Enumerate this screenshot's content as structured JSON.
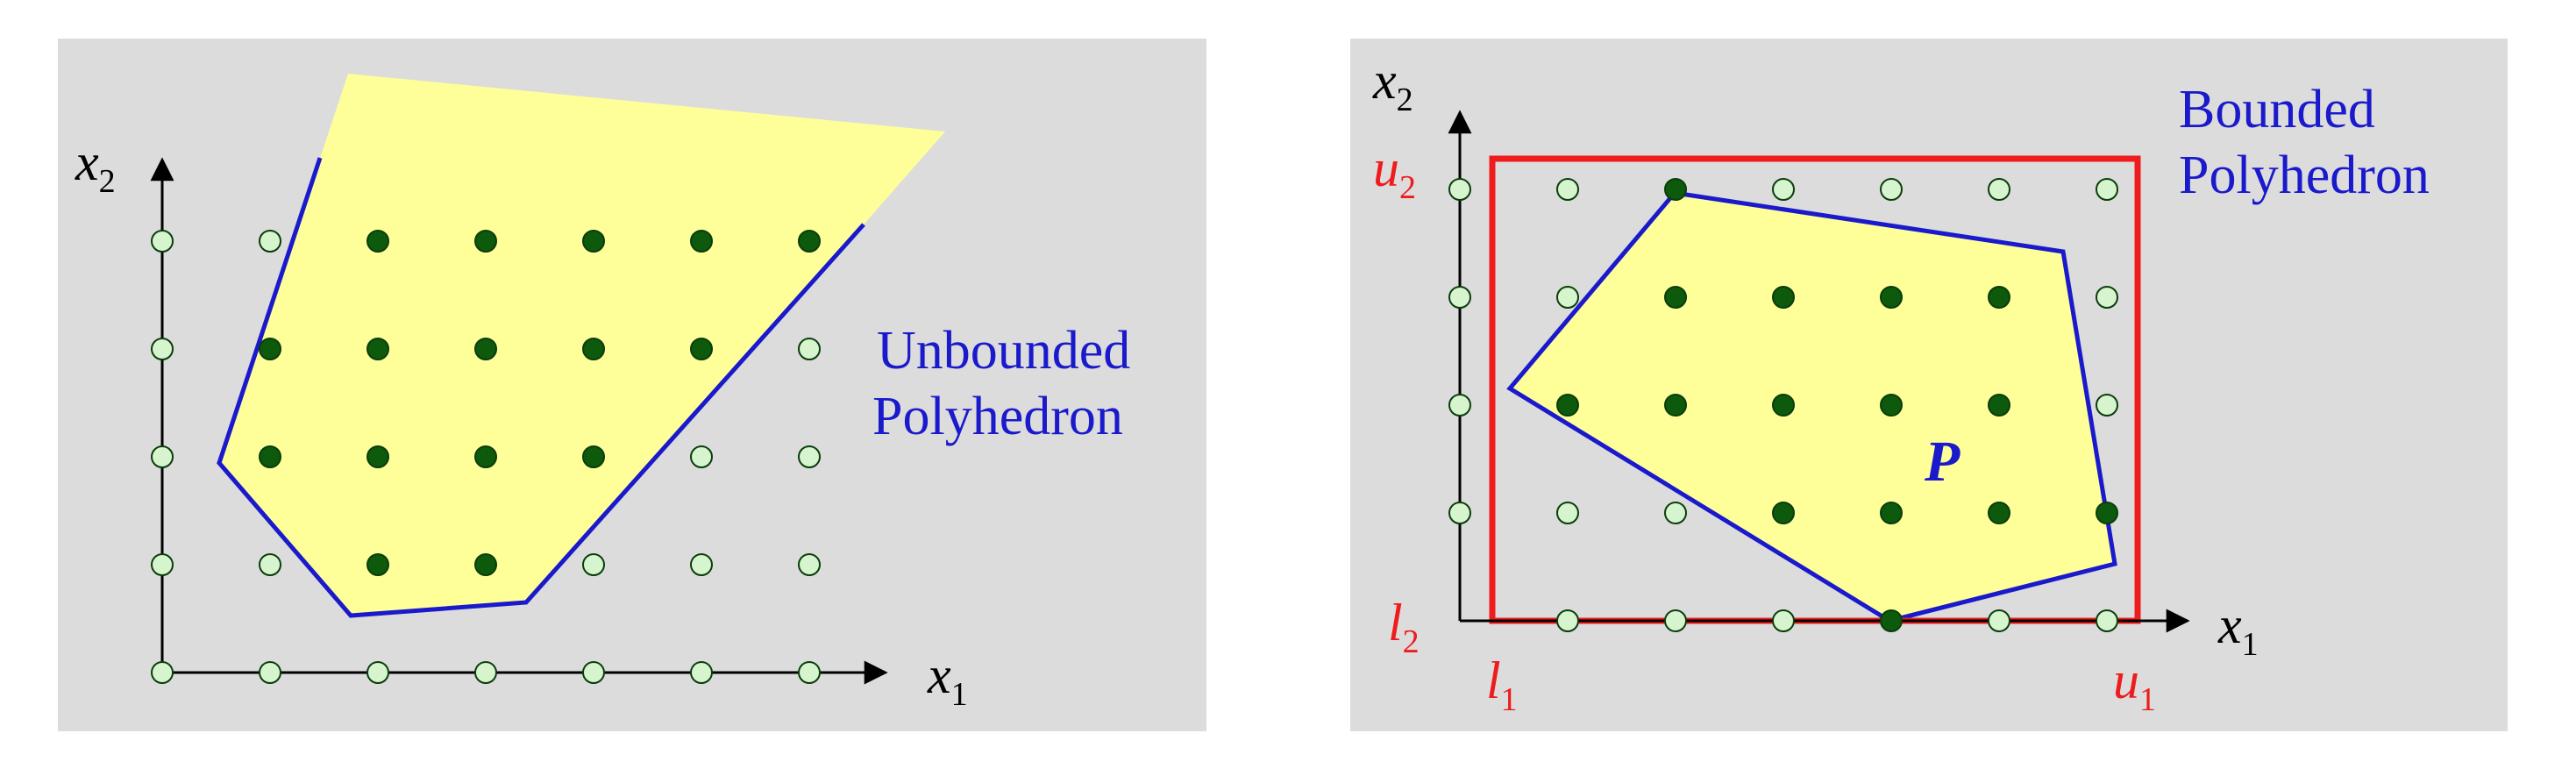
{
  "colors": {
    "panel_bg": "#dcdcdc",
    "region_fill": "#ffff99",
    "boundary": "#1a1acc",
    "box": "#ee1c1c",
    "feasible_point": "#0d5a0d",
    "lattice_point": "#d6f5cf",
    "axis": "#000000"
  },
  "left": {
    "label_line1": "Unbounded",
    "label_line2": "Polyhedron",
    "x_axis_label": "x",
    "x_axis_sub": "1",
    "y_axis_label": "x",
    "y_axis_sub": "2",
    "feasible_points": [
      [
        2,
        4
      ],
      [
        3,
        4
      ],
      [
        4,
        4
      ],
      [
        5,
        4
      ],
      [
        6,
        4
      ],
      [
        1,
        3
      ],
      [
        2,
        3
      ],
      [
        3,
        3
      ],
      [
        4,
        3
      ],
      [
        5,
        3
      ],
      [
        1,
        2
      ],
      [
        2,
        2
      ],
      [
        3,
        2
      ],
      [
        4,
        2
      ],
      [
        2,
        1
      ],
      [
        3,
        1
      ]
    ]
  },
  "right": {
    "label_line1": "Bounded",
    "label_line2": "Polyhedron",
    "region_label": "P",
    "x_axis_label": "x",
    "x_axis_sub": "1",
    "y_axis_label": "x",
    "y_axis_sub": "2",
    "u1": "u",
    "u1_sub": "1",
    "u2": "u",
    "u2_sub": "2",
    "l1": "l",
    "l1_sub": "1",
    "l2": "l",
    "l2_sub": "2",
    "feasible_points": [
      [
        2,
        4
      ],
      [
        2,
        3
      ],
      [
        3,
        3
      ],
      [
        4,
        3
      ],
      [
        5,
        3
      ],
      [
        1,
        2
      ],
      [
        2,
        2
      ],
      [
        3,
        2
      ],
      [
        4,
        2
      ],
      [
        5,
        2
      ],
      [
        3,
        1
      ],
      [
        4,
        1
      ],
      [
        5,
        1
      ],
      [
        6,
        1
      ],
      [
        4,
        0
      ]
    ]
  }
}
